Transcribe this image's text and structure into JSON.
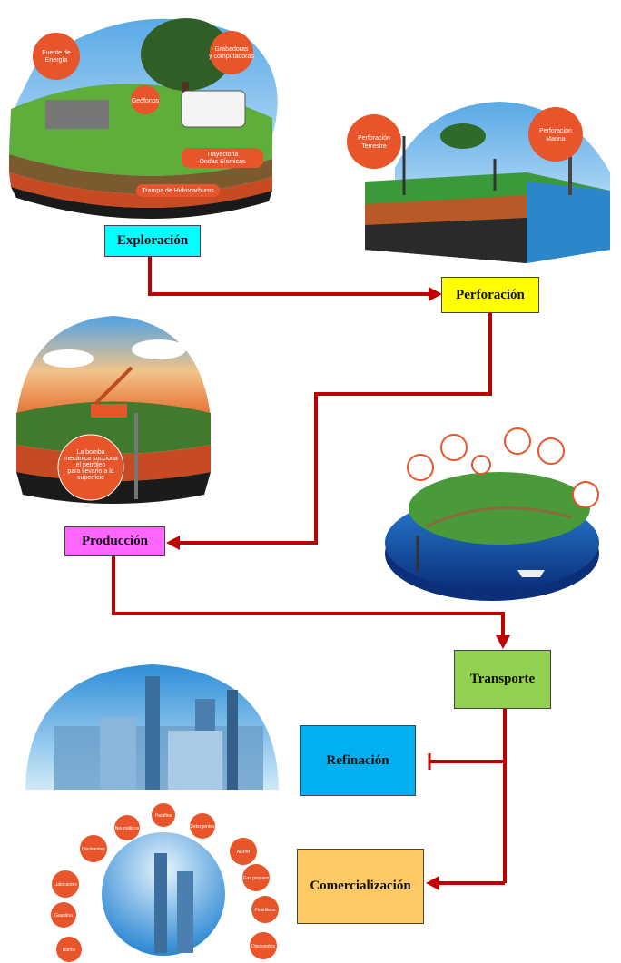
{
  "steps": {
    "exploracion": {
      "label": "Exploración",
      "color": "#00FFFF"
    },
    "perforacion": {
      "label": "Perforación",
      "color": "#FFFF00"
    },
    "produccion": {
      "label": "Producción",
      "color": "#FF66FF"
    },
    "transporte": {
      "label": "Transporte",
      "color": "#92D050"
    },
    "refinacion": {
      "label": "Refinación",
      "color": "#00B0F0"
    },
    "comercializacion": {
      "label": "Comercialización",
      "color": "#FFC966"
    }
  },
  "arrow_color": "#C00000",
  "illustrations": {
    "exploracion": {
      "callouts": [
        "Fuente de",
        "Energía",
        "Geófonos",
        "Grabadoras",
        "y computadoras",
        "Trayectoria",
        "Ondas Sísmicas",
        "Trampa de Hidrocarburos"
      ]
    },
    "perforacion": {
      "callouts": [
        "Perforación",
        "Terrestre",
        "Perforación",
        "Marina"
      ]
    },
    "produccion": {
      "callouts": [
        "La bomba",
        "mecánica succiona",
        "el petróleo",
        "para llevarlo a la",
        "superficie"
      ]
    },
    "comercializacion": {
      "products": [
        "Parafina",
        "Detergentes",
        "Neumáticos",
        "Disolventes",
        "ADPM",
        "Lubricantes",
        "Gas propano",
        "Gasolina",
        "Polietileno",
        "Barniz",
        "Disolventes"
      ]
    }
  }
}
